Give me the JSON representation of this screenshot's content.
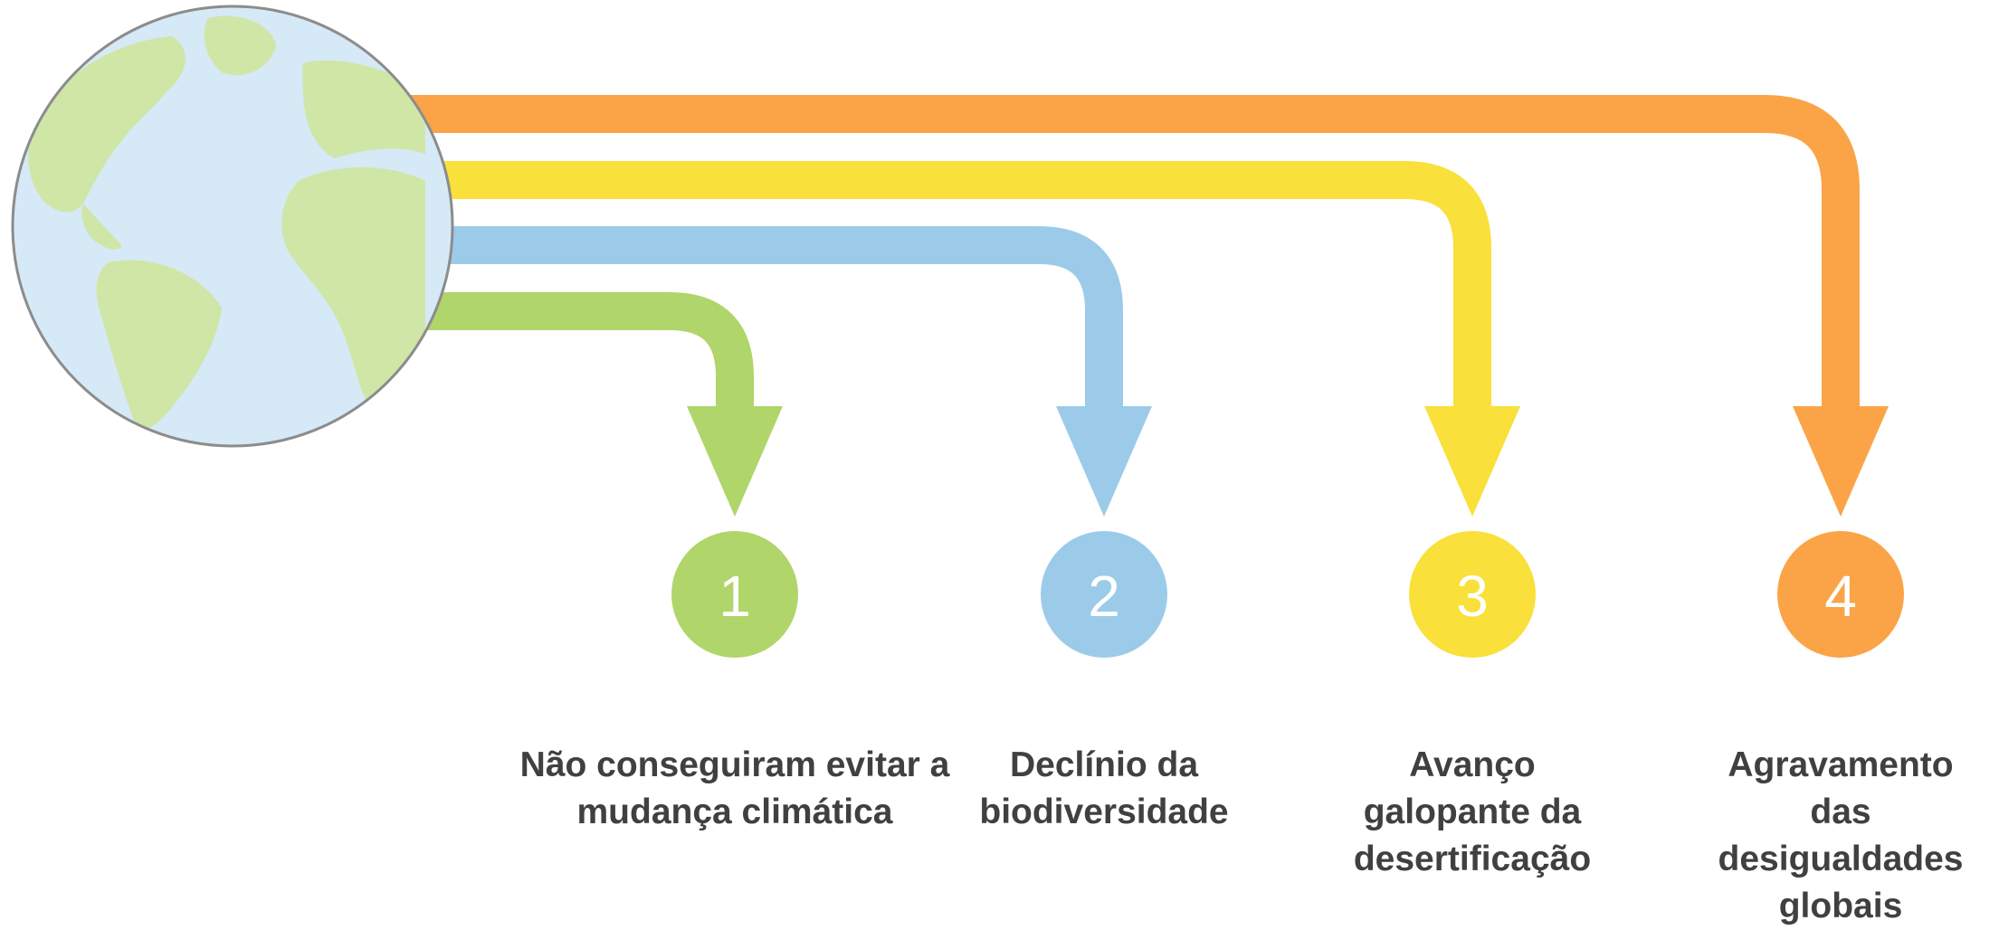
{
  "diagram": {
    "globe_colors": {
      "ocean": "#d6e9f6",
      "land": "#d0e6a6",
      "outline": "#8c8c8c"
    },
    "steps": [
      {
        "number": "1",
        "color": "#b0d56a",
        "caption_lines": [
          "Não conseguiram evitar a",
          "mudança climática"
        ]
      },
      {
        "number": "2",
        "color": "#9ccbea",
        "caption_lines": [
          "Declínio da",
          "biodiversidade"
        ]
      },
      {
        "number": "3",
        "color": "#f9e03a",
        "caption_lines": [
          "Avanço",
          "galopante da",
          "desertificação"
        ]
      },
      {
        "number": "4",
        "color": "#fba447",
        "caption_lines": [
          "Agravamento",
          "das",
          "desigualdades",
          "globais"
        ]
      }
    ],
    "caption_color": "#404040"
  }
}
